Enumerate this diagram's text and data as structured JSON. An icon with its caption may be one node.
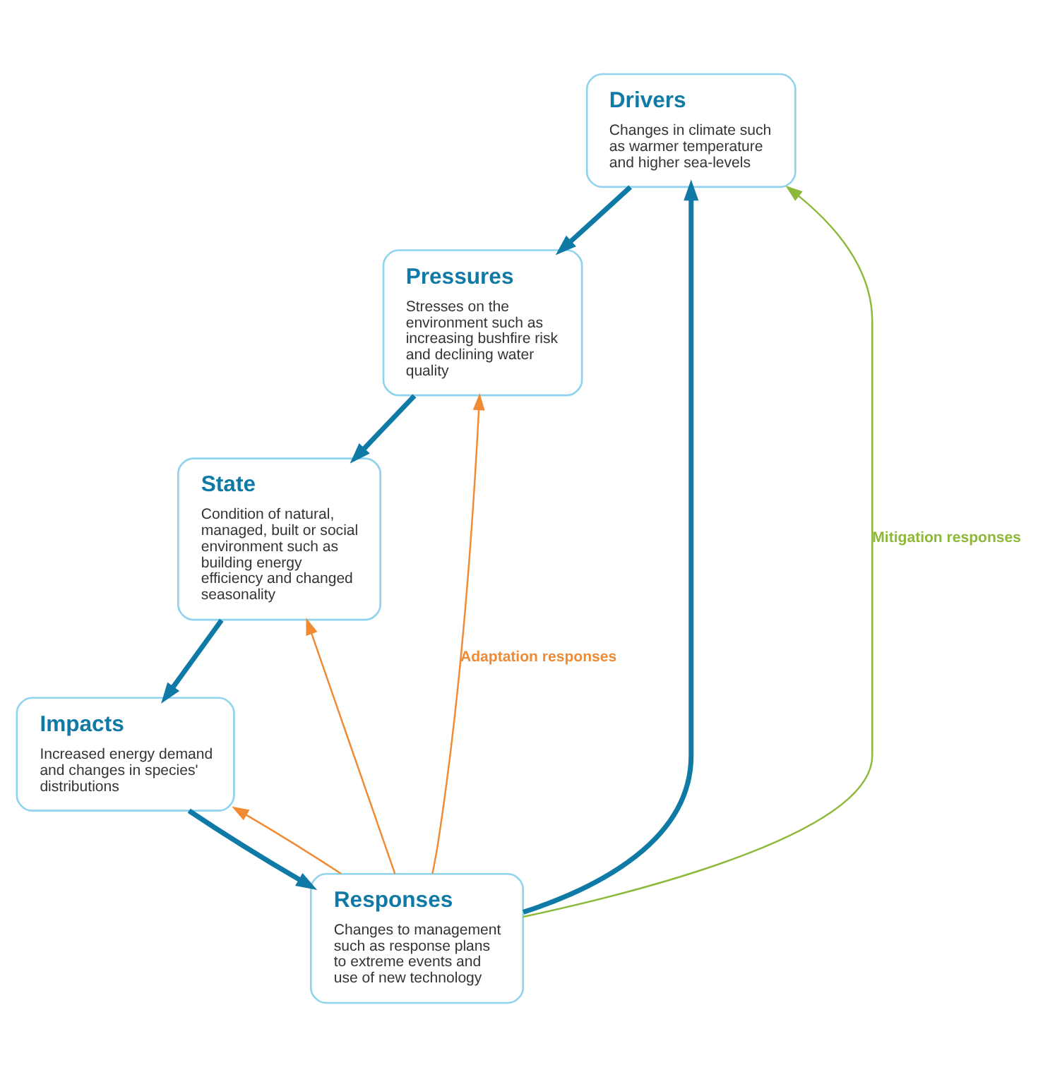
{
  "diagram": {
    "nodes": [
      {
        "text": [
          "Drivers",
          "Changes in climate such as warmer temperature and higher sea-levels"
        ]
      },
      {
        "text": [
          "Pressures",
          "Stresses on the environment such as increasing bushfire risk and declining water quality"
        ]
      },
      {
        "text": [
          "State",
          "Condition of natural, managed, built or social environment such as building energy efficiency and changed seasonality"
        ]
      },
      {
        "text": [
          "Impacts",
          "Increased energy demand and changes in species' distributions"
        ]
      },
      {
        "text": [
          "Responses",
          "Changes to management such as response plans to extreme events and use of new technology"
        ]
      }
    ],
    "edges": [
      {
        "from": 0,
        "to": 1,
        "arrow": "to"
      },
      {
        "from": 1,
        "to": 2,
        "arrow": "to"
      },
      {
        "from": 2,
        "to": 3,
        "arrow": "to"
      },
      {
        "from": 3,
        "to": 4,
        "arrow": "to"
      },
      {
        "from": 4,
        "to": 0,
        "arrow": "to"
      },
      {
        "from": 4,
        "to": 0,
        "arrow": "to",
        "label": "Mitigation responses",
        "color": "#8db83a"
      },
      {
        "from": 4,
        "to": 1,
        "arrow": "to",
        "label": "Adaptation responses",
        "color": "#f08a33"
      },
      {
        "from": 4,
        "to": 2,
        "arrow": "to",
        "color": "#f08a33"
      },
      {
        "from": 4,
        "to": 3,
        "arrow": "to",
        "color": "#f08a33"
      }
    ]
  }
}
